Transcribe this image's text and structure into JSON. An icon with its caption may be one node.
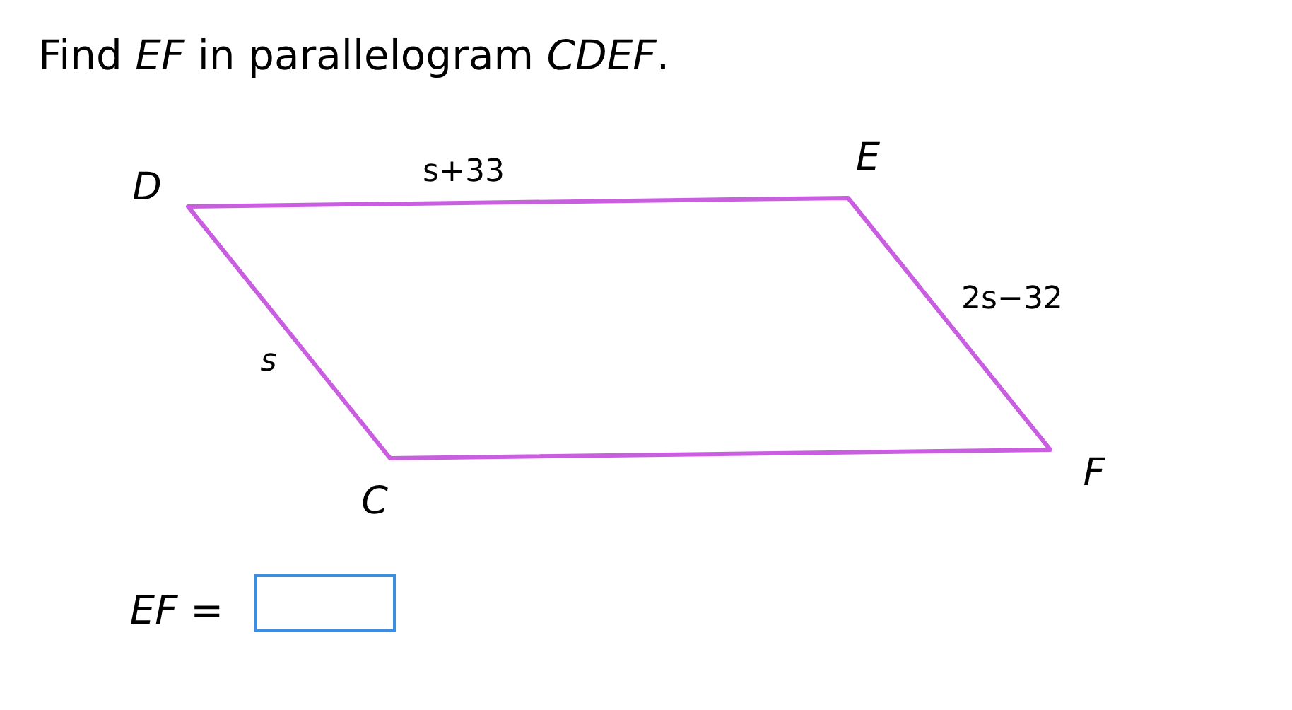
{
  "diagram": {
    "title": "Find *EF* in parallelogram *CDEF*.",
    "labels": [
      "D",
      "s+33",
      "E",
      "2s−32",
      "s",
      "C",
      "F",
      "*EF* ="
    ]
  }
}
